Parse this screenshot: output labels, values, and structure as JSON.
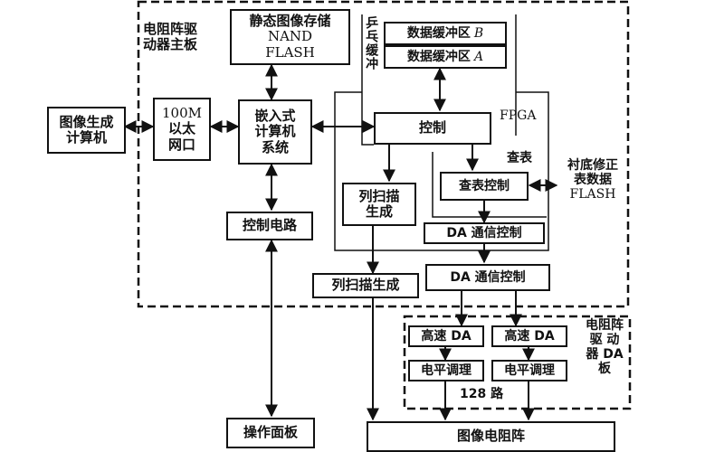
{
  "labels": {
    "driver_board": "电阻阵驱动器主板",
    "driver_board_line1": "电阻阵驱",
    "driver_board_line2": "动器主板",
    "image_pc": "图像生成计算机",
    "image_pc_line1": "图像生成",
    "image_pc_line2": "计算机",
    "ethernet_line1": "100M",
    "ethernet_line2": "以太",
    "ethernet_line3": "网口",
    "embedded_line1": "嵌入式",
    "embedded_line2": "计算机",
    "embedded_line3": "系统",
    "nand_line1": "静态图像存储",
    "nand_line2": "NAND",
    "nand_line3": "FLASH",
    "pingpong_buffer": "乒乓缓冲",
    "buffer_b_text": "数据缓冲区",
    "buffer_b_letter": "B",
    "buffer_a_text": "数据缓冲区",
    "buffer_a_letter": "A",
    "fpga": "FPGA",
    "control": "控制",
    "lookup_table_label": "查表",
    "lookup_control": "查表控制",
    "substrate_flash_line1": "衬底修正",
    "substrate_flash_line2": "表数据",
    "substrate_flash_line3": "FLASH",
    "col_scan_line1": "列扫描",
    "col_scan_line2": "生成",
    "da_comm_inner": "DA 通信控制",
    "control_circuit": "控制电路",
    "col_scan_out": "列扫描生成",
    "da_comm_outer": "DA 通信控制",
    "da_board_line1": "电阻阵",
    "da_board_line2": "驱 动",
    "da_board_line3": "器 DA",
    "da_board_line4": "板",
    "hs_da_1": "高速 DA",
    "hs_da_2": "高速 DA",
    "level_adj_1": "电平调理",
    "level_adj_2": "电平调理",
    "channels": "128 路",
    "operation_panel": "操作面板",
    "resistor_array": "图像电阻阵"
  }
}
